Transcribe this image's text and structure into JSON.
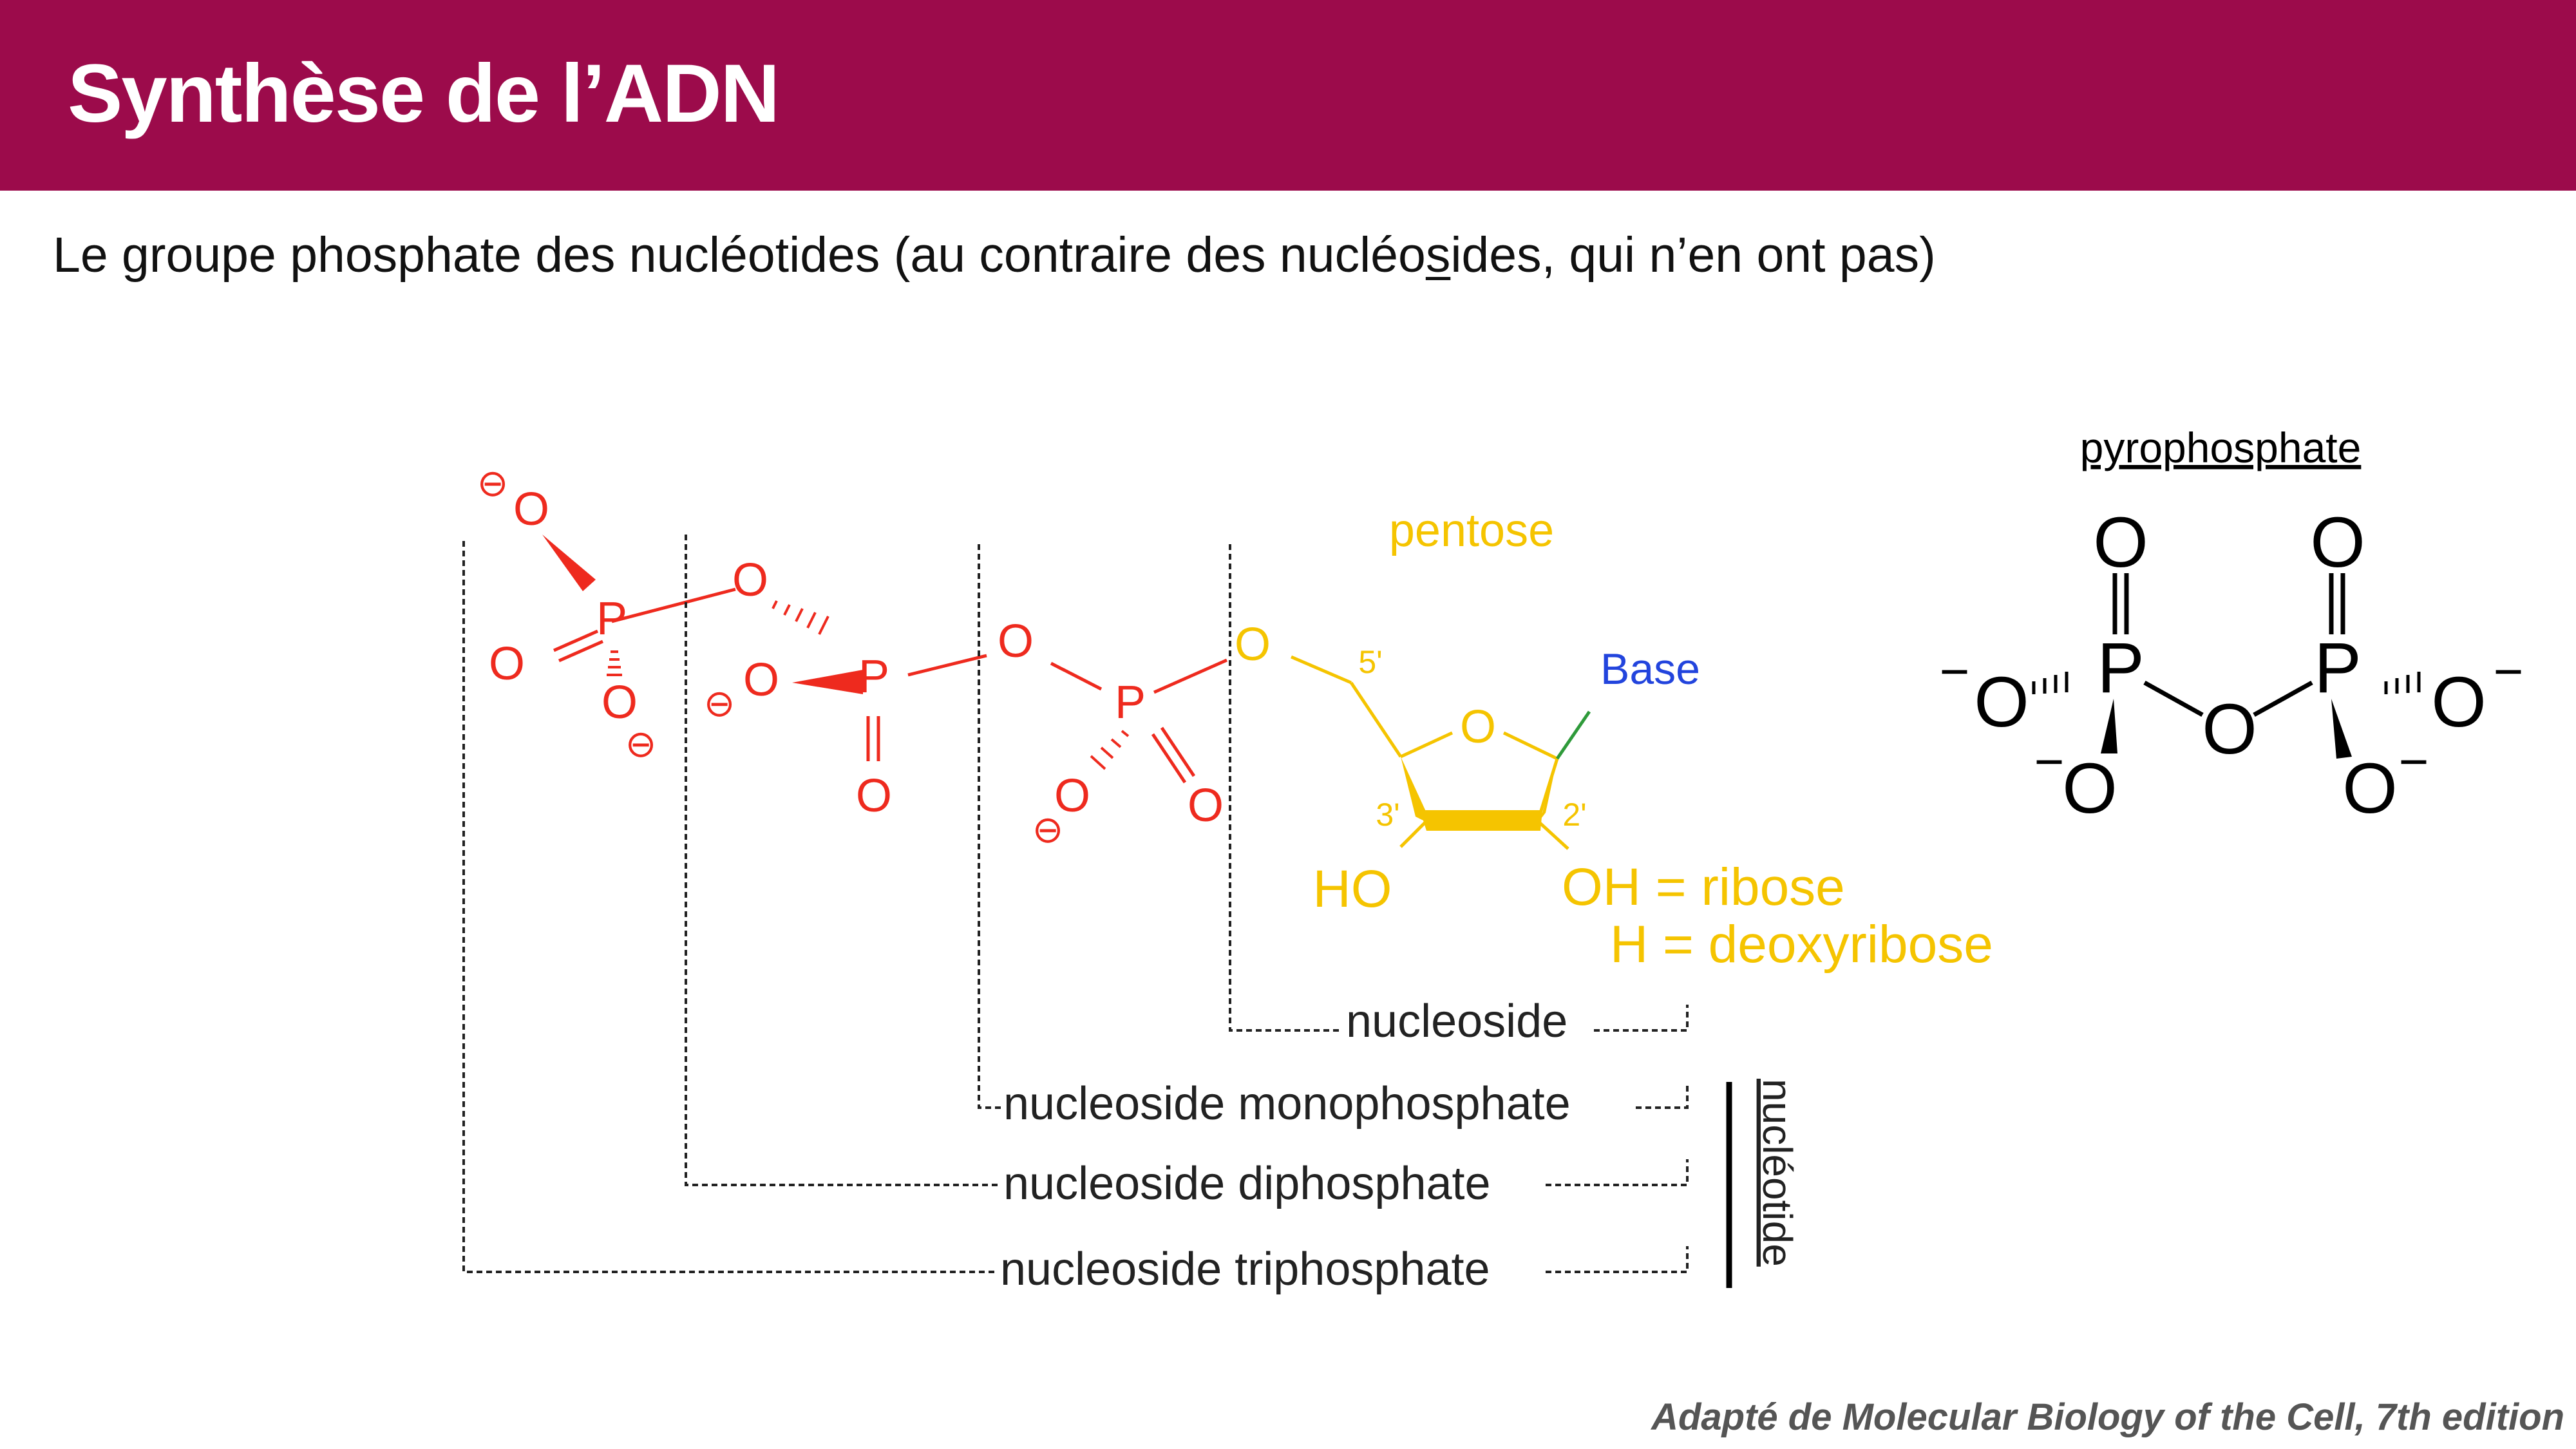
{
  "header": {
    "title": "Synthèse de l’ADN"
  },
  "subtitle": {
    "before": "Le groupe phosphate des nucléotides (au contraire des nucléo",
    "underlined": "s",
    "after": "ides, qui n’en ont pas)"
  },
  "diagram": {
    "atoms": {
      "oxygen": "O",
      "phosphorus": "P",
      "minus": "⊖"
    },
    "pentose_label": "pentose",
    "base_label": "Base",
    "carbon_labels": {
      "c5": "5'",
      "c3": "3'",
      "c2": "2'"
    },
    "ho_label": "HO",
    "oh_label": "OH = ribose",
    "h_label": "H = deoxyribose",
    "brackets": {
      "nucleoside": "nucleoside",
      "monophosphate": "nucleoside monophosphate",
      "diphosphate": "nucleoside diphosphate",
      "triphosphate": "nucleoside triphosphate"
    },
    "nucleotide_label": "nucléotide"
  },
  "pyrophosphate": {
    "title": "pyrophosphate",
    "oxygen": "O",
    "phosphorus": "P",
    "minus": "−"
  },
  "footer": {
    "credit": "Adapté de Molecular Biology of the Cell, 7th edition"
  },
  "colors": {
    "header_bg": "#9c0b4b",
    "phosphate": "#ee2a1e",
    "pentose": "#f5c400",
    "base": "#2244dd",
    "bond_green": "#2e9a3a"
  }
}
